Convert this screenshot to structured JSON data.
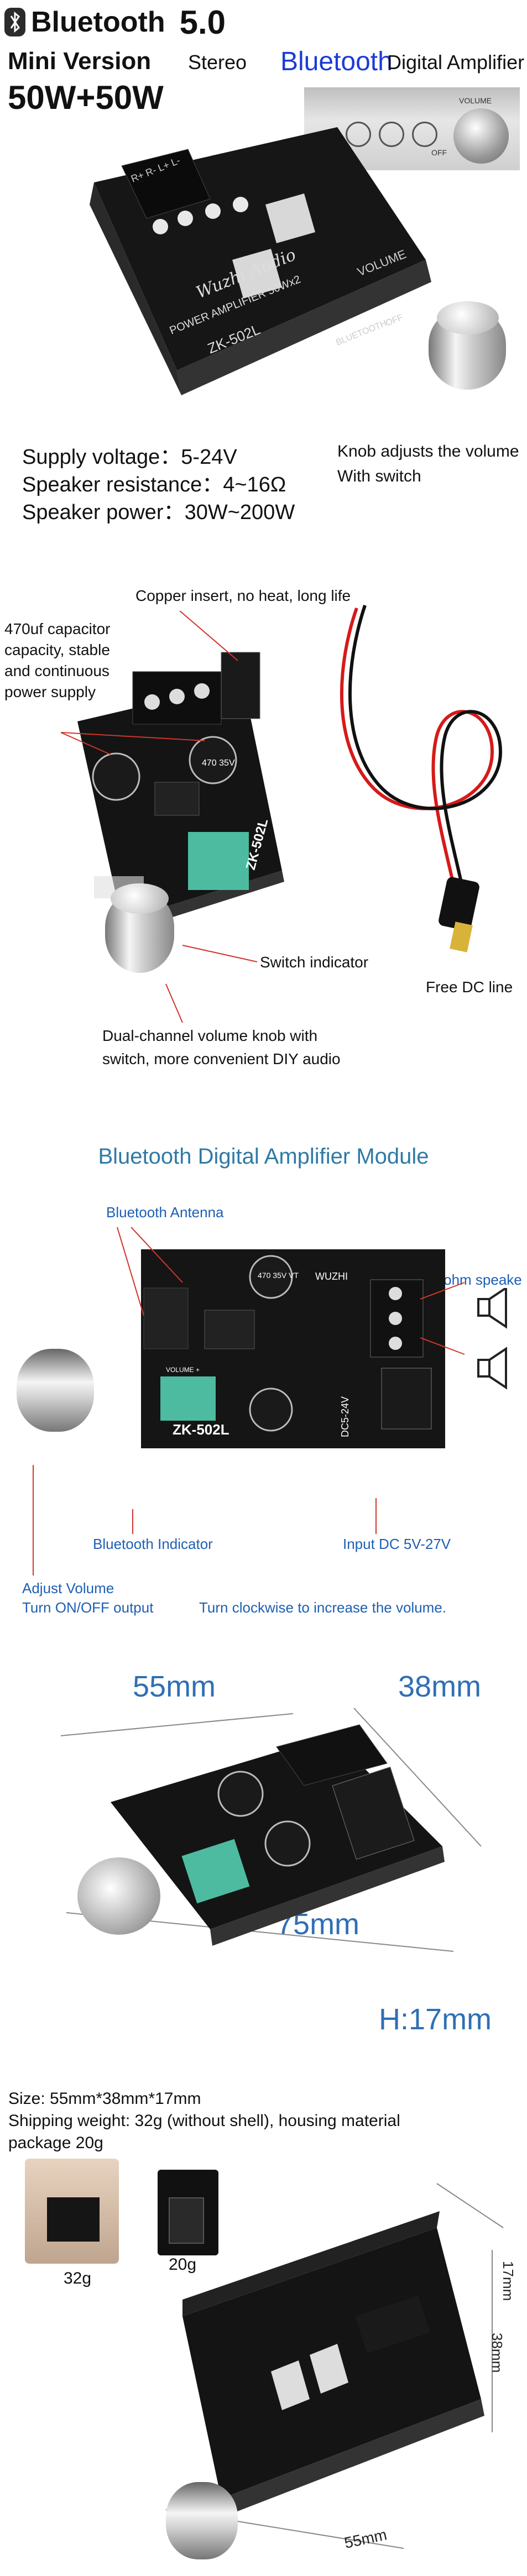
{
  "header": {
    "brand": "Bluetooth",
    "version": "5.0",
    "line2_left": "Mini Version",
    "line2_stereo": "Stereo",
    "line2_bluetooth": "Bluetooth",
    "line2_right": "Digital Amplifier",
    "power": "50W+50W"
  },
  "hero_board": {
    "label1": "Wuzhi Audio",
    "label2": "POWER AMPLIFIER 50Wx2",
    "label3": "ZK-502L",
    "label4": "BLUETOOTH",
    "label5": "VOLUME",
    "label6": "OFF",
    "label7": "R+ R- L+ L-"
  },
  "inset": {
    "volume": "VOLUME",
    "off": "OFF"
  },
  "specs": [
    "Supply voltage：5-24V",
    "Speaker resistance：4~16Ω",
    "Speaker power：30W~200W"
  ],
  "knob_note": [
    "Knob adjusts the volume",
    "With switch"
  ],
  "section2": {
    "copper": "Copper insert, no heat, long life",
    "capacitor": [
      "470uf capacitor",
      "capacity, stable",
      "and continuous",
      "power supply"
    ],
    "switch_ind": "Switch indicator",
    "free_dc": "Free DC line",
    "dual": [
      "Dual-channel volume knob with",
      "switch, more convenient DIY audio"
    ],
    "cap_label": "470 35V",
    "chip": "ZK-502L"
  },
  "section3": {
    "title": "Bluetooth Digital Amplifier Module",
    "antenna": "Bluetooth Antenna",
    "speaker": "4~8ohm speake",
    "indicator": "Bluetooth Indicator",
    "input": "Input DC 5V-27V",
    "adjust": [
      "Adjust Volume",
      "Turn ON/OFF output"
    ],
    "clockwise": "Turn clockwise to increase the volume.",
    "board_labels": [
      "WUZHI",
      "ZK-502L",
      "DC5-24V",
      "470 35V VT",
      "VOLUME +"
    ]
  },
  "section4": {
    "w": "55mm",
    "d": "38mm",
    "l": "75mm",
    "h": "H:17mm"
  },
  "section5": {
    "size": "Size: 55mm*38mm*17mm",
    "weight": [
      "Shipping weight: 32g (without shell), housing material",
      "package 20g"
    ],
    "g32": "32g",
    "g20": "20g",
    "d17": "17mm",
    "d38": "38mm",
    "d55": "55mm"
  },
  "colors": {
    "accent_blue": "#1a3cd6",
    "label_blue": "#1e5fb3",
    "title_blue": "#2f7aa6",
    "dim_blue": "#2f6fb5",
    "lead_red": "#d0352b",
    "board_black": "#1b1b1b"
  }
}
